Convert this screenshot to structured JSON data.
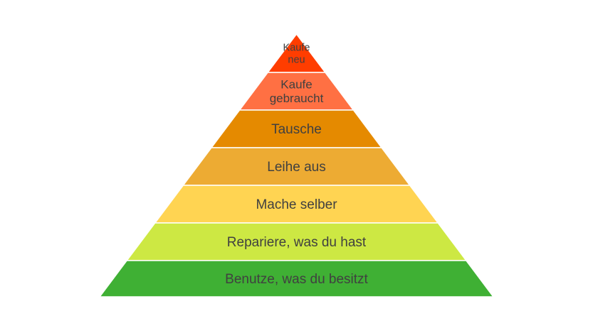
{
  "pyramid": {
    "tiers": [
      {
        "label": "Kaufe neu",
        "lines": [
          "Kaufe",
          "neu"
        ],
        "color": "#ff3d00"
      },
      {
        "label": "Kaufe gebraucht",
        "lines": [
          "Kaufe",
          "gebraucht"
        ],
        "color": "#ff7043"
      },
      {
        "label": "Tausche",
        "lines": [
          "Tausche"
        ],
        "color": "#e58a00"
      },
      {
        "label": "Leihe aus",
        "lines": [
          "Leihe aus"
        ],
        "color": "#edab33"
      },
      {
        "label": "Mache selber",
        "lines": [
          "Mache selber"
        ],
        "color": "#ffd452"
      },
      {
        "label": "Repariere, was du hast",
        "lines": [
          "Repariere, was du hast"
        ],
        "color": "#cde843"
      },
      {
        "label": "Benutze, was du besitzt",
        "lines": [
          "Benutze, was du besitzt"
        ],
        "color": "#3fb034"
      }
    ]
  }
}
